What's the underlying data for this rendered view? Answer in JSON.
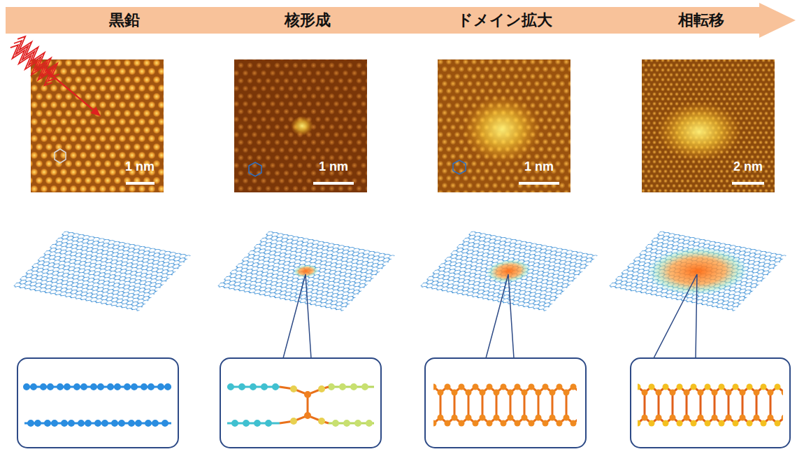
{
  "diagram": {
    "nodes": [
      {
        "text": [
          "黒鉛",
          "核形成",
          "ドメイン拡大",
          "相転移"
        ]
      }
    ],
    "labels": [
      "1 nm",
      "1 nm",
      "1 nm",
      "2 nm"
    ]
  }
}
